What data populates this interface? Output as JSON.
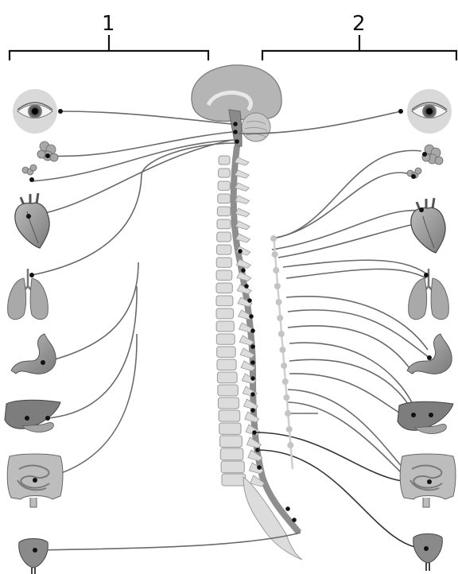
{
  "brackets": {
    "left_label": "1",
    "right_label": "2"
  },
  "organs": [
    "eye",
    "salivary-glands",
    "heart",
    "lungs",
    "stomach",
    "liver",
    "intestines",
    "bladder"
  ],
  "colors": {
    "organ_fill": "#9e9e9e",
    "organ_dark": "#6d6d6d",
    "bone": "#dcdcdc",
    "bone_stroke": "#9a9a9a",
    "nerve": "#6a6a6a",
    "ganglion": "#c4c4c4"
  }
}
